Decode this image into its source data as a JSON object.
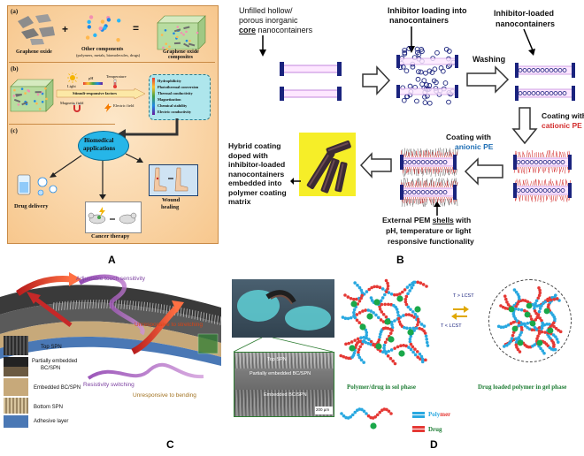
{
  "panel_a": {
    "letter": "A",
    "sub_a": "(a)",
    "sub_b": "(b)",
    "sub_c": "(c)",
    "graphene_oxide": "Graphene oxide",
    "other_components": "Other components",
    "other_components_detail": "(polymers, metals, biomolecules, drugs)",
    "composites_line1": "Graphene oxide",
    "composites_line2": "composites",
    "plus": "+",
    "equals": "=",
    "light": "Light",
    "ph": "pH",
    "temperature": "Temperature",
    "magnetic_field": "Magnetic field",
    "electric_field": "Electric field",
    "stimuli_factors": "Stimuli-responsive factors",
    "properties": [
      "Hydrophilicity",
      "Photothermal conversion",
      "Thermal conductivity",
      "Magnetization",
      "Chemical stability",
      "Electric conductivity"
    ],
    "biomedical_line1": "Biomedical",
    "biomedical_line2": "applications",
    "drug_delivery": "Drug delivery",
    "cancer_therapy": "Cancer therapy",
    "wound_line1": "Wound",
    "wound_line2": "healing"
  },
  "panel_b": {
    "letter": "B",
    "unfilled_line1": "Unfilled hollow/",
    "unfilled_line2": "porous inorganic",
    "unfilled_core": "core",
    "unfilled_line3": "nanocontainers",
    "loading_line1": "Inhibitor loading into",
    "loading_line2": "nanocontainers",
    "loaded_line1": "Inhibitor-loaded",
    "loaded_line2": "nanocontainers",
    "washing": "Washing",
    "coating_with": "Coating with",
    "cationic_pe": "cationic PE",
    "anionic_coating": "Coating with",
    "anionic_pe": "anionic PE",
    "hybrid_lines": [
      "Hybrid coating",
      "doped with",
      "inhibitor-loaded",
      "nanocontainers",
      "embedded into",
      "polymer coating",
      "matrix"
    ],
    "pem_line1_a": "External PEM ",
    "pem_shells": "shells",
    "pem_line1_b": " with",
    "pem_line2": "pH, temperature or light",
    "pem_line3": "responsive functionality"
  },
  "panel_c": {
    "letter": "C",
    "adjustable": "Adjustable touch sensitivity",
    "unresponsive_stretching": "Unresponsive to stretching",
    "resistivity": "Resistivity switching",
    "unresponsive_bending": "Unresponsive to bending",
    "top_spn": "Top SPN",
    "partially_line1": "Partially embedded",
    "partially_line2": "BC/SPN",
    "embedded": "Embedded BC/SPN",
    "bottom_spn": "Bottom SPN",
    "adhesive": "Adhesive layer",
    "sem_top": "Top SPN",
    "sem_partial": "Partially embedded BC/SPN",
    "sem_embedded": "Embedded BC/SPN",
    "scale": "200 µm"
  },
  "panel_d": {
    "letter": "D",
    "t_gt": "T > LCST",
    "t_lt": "T < LCST",
    "sol_phase": "Polymer/drug in sol phase",
    "gel_phase": "Drug loaded polymer in gel phase",
    "polymer_a": "Poly",
    "polymer_b": "mer",
    "drug": "Drug"
  },
  "colors": {
    "orange_bg": "#f9d3a5",
    "blue_dark": "#1a237e",
    "cationic_red": "#d32f2f",
    "anionic_blue": "#1f6fb5",
    "green_dot": "#1aa84a",
    "polymer_blue": "#29a8e0",
    "polymer_red": "#e53935"
  }
}
